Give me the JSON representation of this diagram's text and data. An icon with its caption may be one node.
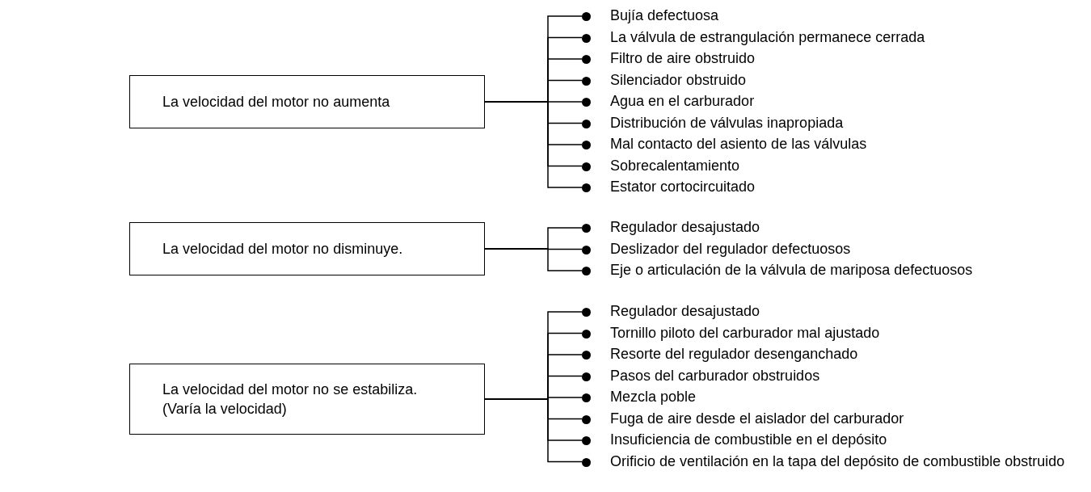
{
  "diagram": {
    "nodes": [
      {
        "text": [
          "La velocidad del motor no aumenta"
        ]
      },
      {
        "text": [
          "Bujía defectuosa"
        ]
      },
      {
        "text": [
          "La válvula de estrangulación permanece cerrada"
        ]
      },
      {
        "text": [
          "Filtro de aire obstruido"
        ]
      },
      {
        "text": [
          "Silenciador obstruido"
        ]
      },
      {
        "text": [
          "Agua en el carburador"
        ]
      },
      {
        "text": [
          "Distribución de válvulas inapropiada"
        ]
      },
      {
        "text": [
          "Mal contacto del asiento de las válvulas"
        ]
      },
      {
        "text": [
          "Sobrecalentamiento"
        ]
      },
      {
        "text": [
          "Estator cortocircuitado"
        ]
      },
      {
        "text": [
          "La velocidad del motor no disminuye."
        ]
      },
      {
        "text": [
          "Regulador desajustado"
        ]
      },
      {
        "text": [
          "Deslizador del regulador defectuosos"
        ]
      },
      {
        "text": [
          "Eje o articulación de la válvula de mariposa defectuosos"
        ]
      },
      {
        "text": [
          "La velocidad del motor no se estabiliza.",
          "(Varía la velocidad)"
        ]
      },
      {
        "text": [
          "Regulador desajustado"
        ]
      },
      {
        "text": [
          "Tornillo piloto del carburador mal ajustado"
        ]
      },
      {
        "text": [
          "Resorte del regulador desenganchado"
        ]
      },
      {
        "text": [
          "Pasos del carburador obstruidos"
        ]
      },
      {
        "text": [
          "Mezcla poble"
        ]
      },
      {
        "text": [
          "Fuga de aire desde el aislador del carburador"
        ]
      },
      {
        "text": [
          "Insuficiencia de combustible en el depósito"
        ]
      },
      {
        "text": [
          "Orificio de ventilación en la tapa del depósito de combustible obstruido"
        ]
      }
    ],
    "edges": [
      {
        "from": 0,
        "to": 1,
        "arrow": "none"
      },
      {
        "from": 0,
        "to": 2,
        "arrow": "none"
      },
      {
        "from": 0,
        "to": 3,
        "arrow": "none"
      },
      {
        "from": 0,
        "to": 4,
        "arrow": "none"
      },
      {
        "from": 0,
        "to": 5,
        "arrow": "none"
      },
      {
        "from": 0,
        "to": 6,
        "arrow": "none"
      },
      {
        "from": 0,
        "to": 7,
        "arrow": "none"
      },
      {
        "from": 0,
        "to": 8,
        "arrow": "none"
      },
      {
        "from": 0,
        "to": 9,
        "arrow": "none"
      },
      {
        "from": 10,
        "to": 11,
        "arrow": "none"
      },
      {
        "from": 10,
        "to": 12,
        "arrow": "none"
      },
      {
        "from": 10,
        "to": 13,
        "arrow": "none"
      },
      {
        "from": 14,
        "to": 15,
        "arrow": "none"
      },
      {
        "from": 14,
        "to": 16,
        "arrow": "none"
      },
      {
        "from": 14,
        "to": 17,
        "arrow": "none"
      },
      {
        "from": 14,
        "to": 18,
        "arrow": "none"
      },
      {
        "from": 14,
        "to": 19,
        "arrow": "none"
      },
      {
        "from": 14,
        "to": 20,
        "arrow": "none"
      },
      {
        "from": 14,
        "to": 21,
        "arrow": "none"
      },
      {
        "from": 14,
        "to": 22,
        "arrow": "none"
      }
    ]
  }
}
